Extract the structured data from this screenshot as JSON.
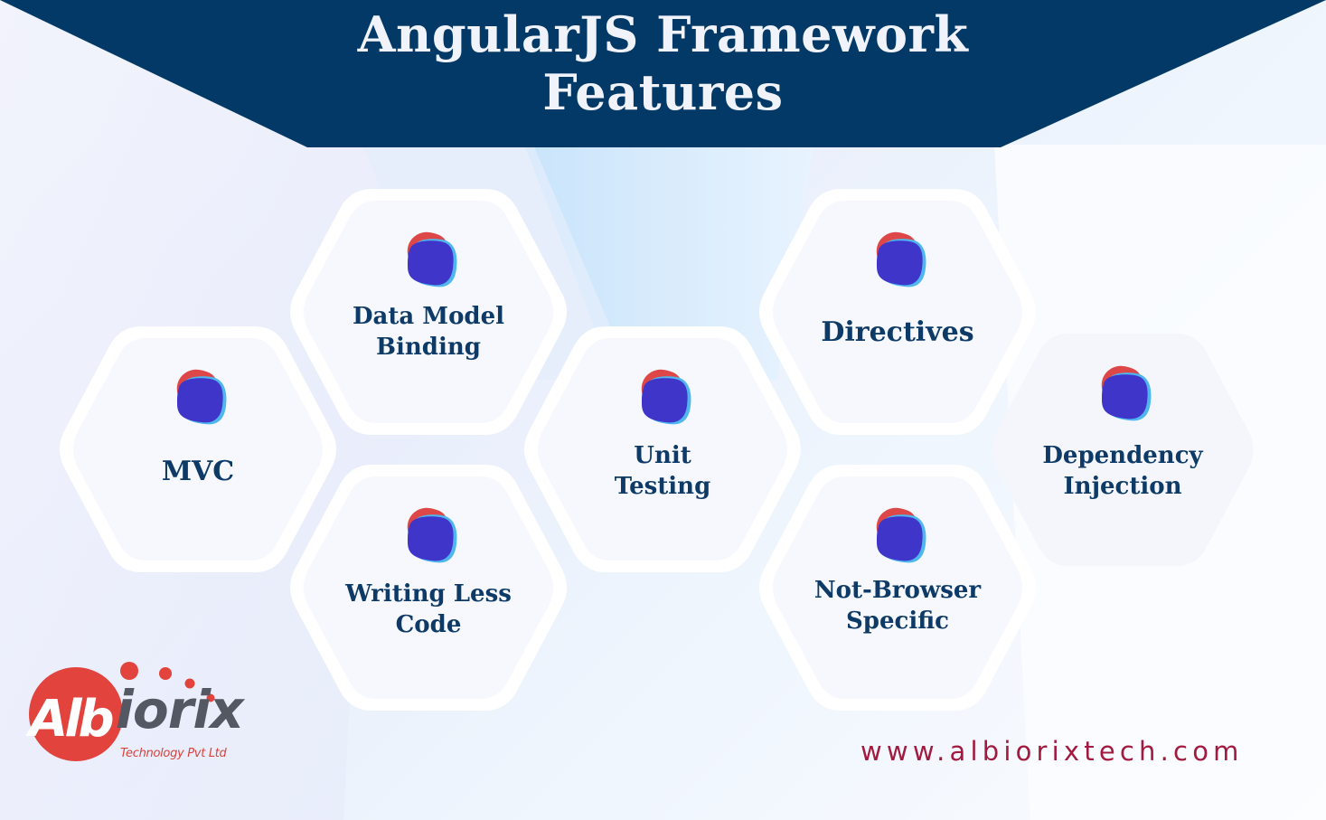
{
  "header": {
    "title_line1": "AngularJS Framework",
    "title_line2": "Features",
    "banner_color": "#033966",
    "title_color": "#f1f3fb"
  },
  "features": [
    {
      "label_line1": "Data Model",
      "label_line2": "Binding",
      "icon": "blob-icon"
    },
    {
      "label_line1": "MVC",
      "label_line2": "",
      "icon": "blob-icon"
    },
    {
      "label_line1": "Writing Less",
      "label_line2": "Code",
      "icon": "blob-icon"
    },
    {
      "label_line1": "Unit",
      "label_line2": "Testing",
      "icon": "blob-icon"
    },
    {
      "label_line1": "Directives",
      "label_line2": "",
      "icon": "blob-icon"
    },
    {
      "label_line1": "Not-Browser",
      "label_line2": "Specific",
      "icon": "blob-icon"
    },
    {
      "label_line1": "Dependency",
      "label_line2": "Injection",
      "icon": "blob-icon"
    }
  ],
  "colors": {
    "label_text": "#0d3a66",
    "hex_fill": "#f6f8fd",
    "hex_rim": "#ffffff",
    "icon_red": "#dd4747",
    "icon_cyan": "#4fb6f0",
    "icon_indigo": "#3f36c9",
    "url_color": "#a31a3f",
    "logo_red": "#e2433d",
    "logo_gray": "#545862"
  },
  "logo": {
    "mark_text": "Alb",
    "word": "iorix",
    "tagline": "Technology Pvt Ltd"
  },
  "footer": {
    "url": "www.albiorixtech.com"
  }
}
